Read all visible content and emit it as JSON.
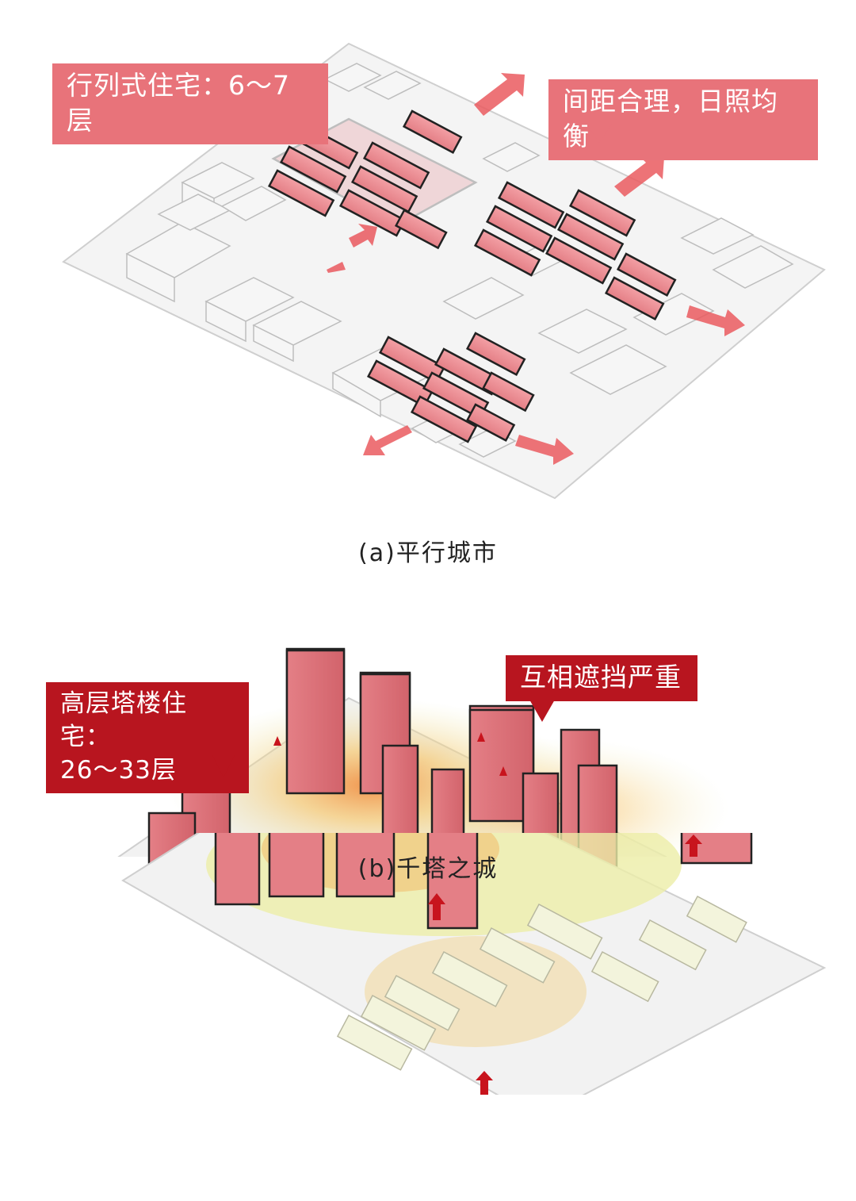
{
  "panel_a": {
    "callout_left": "行列式住宅：6～7层",
    "callout_right": "间距合理，日照均衡",
    "caption": "(a)平行城市"
  },
  "panel_b": {
    "callout_left_line1": "高层塔楼住宅：",
    "callout_left_line2": "26～33层",
    "callout_right": "互相遮挡严重",
    "caption": "(b)千塔之城"
  },
  "colors": {
    "pink_label": "#e8737a",
    "dark_label": "#b8151f",
    "building_pink": "#e98c91",
    "building_white": "#f2f2f2",
    "heat_yellow": "#e9ecb0",
    "heat_orange": "#f3a05a"
  }
}
